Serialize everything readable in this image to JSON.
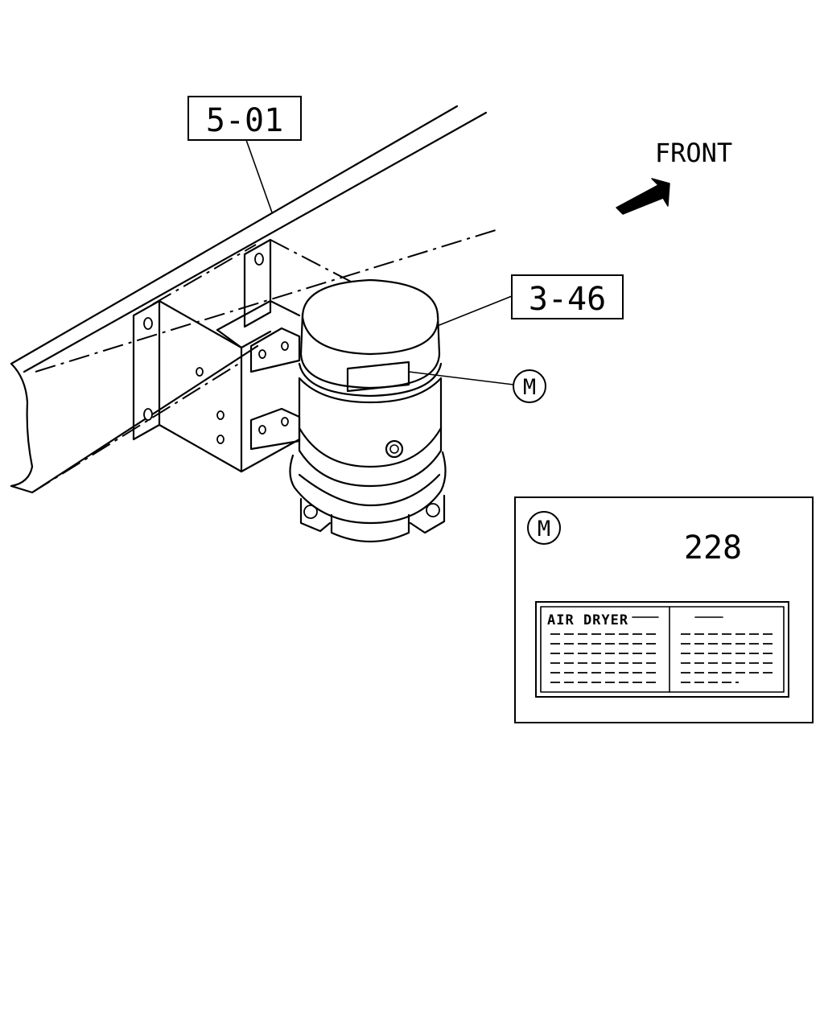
{
  "callouts": {
    "frame_ref": "5-01",
    "dryer_ref": "3-46",
    "label_ref": "228",
    "marker": "M",
    "front": "FRONT"
  },
  "label_plate": {
    "title": "AIR DRYER"
  },
  "icons": {
    "front_arrow": "front-arrow-icon"
  }
}
